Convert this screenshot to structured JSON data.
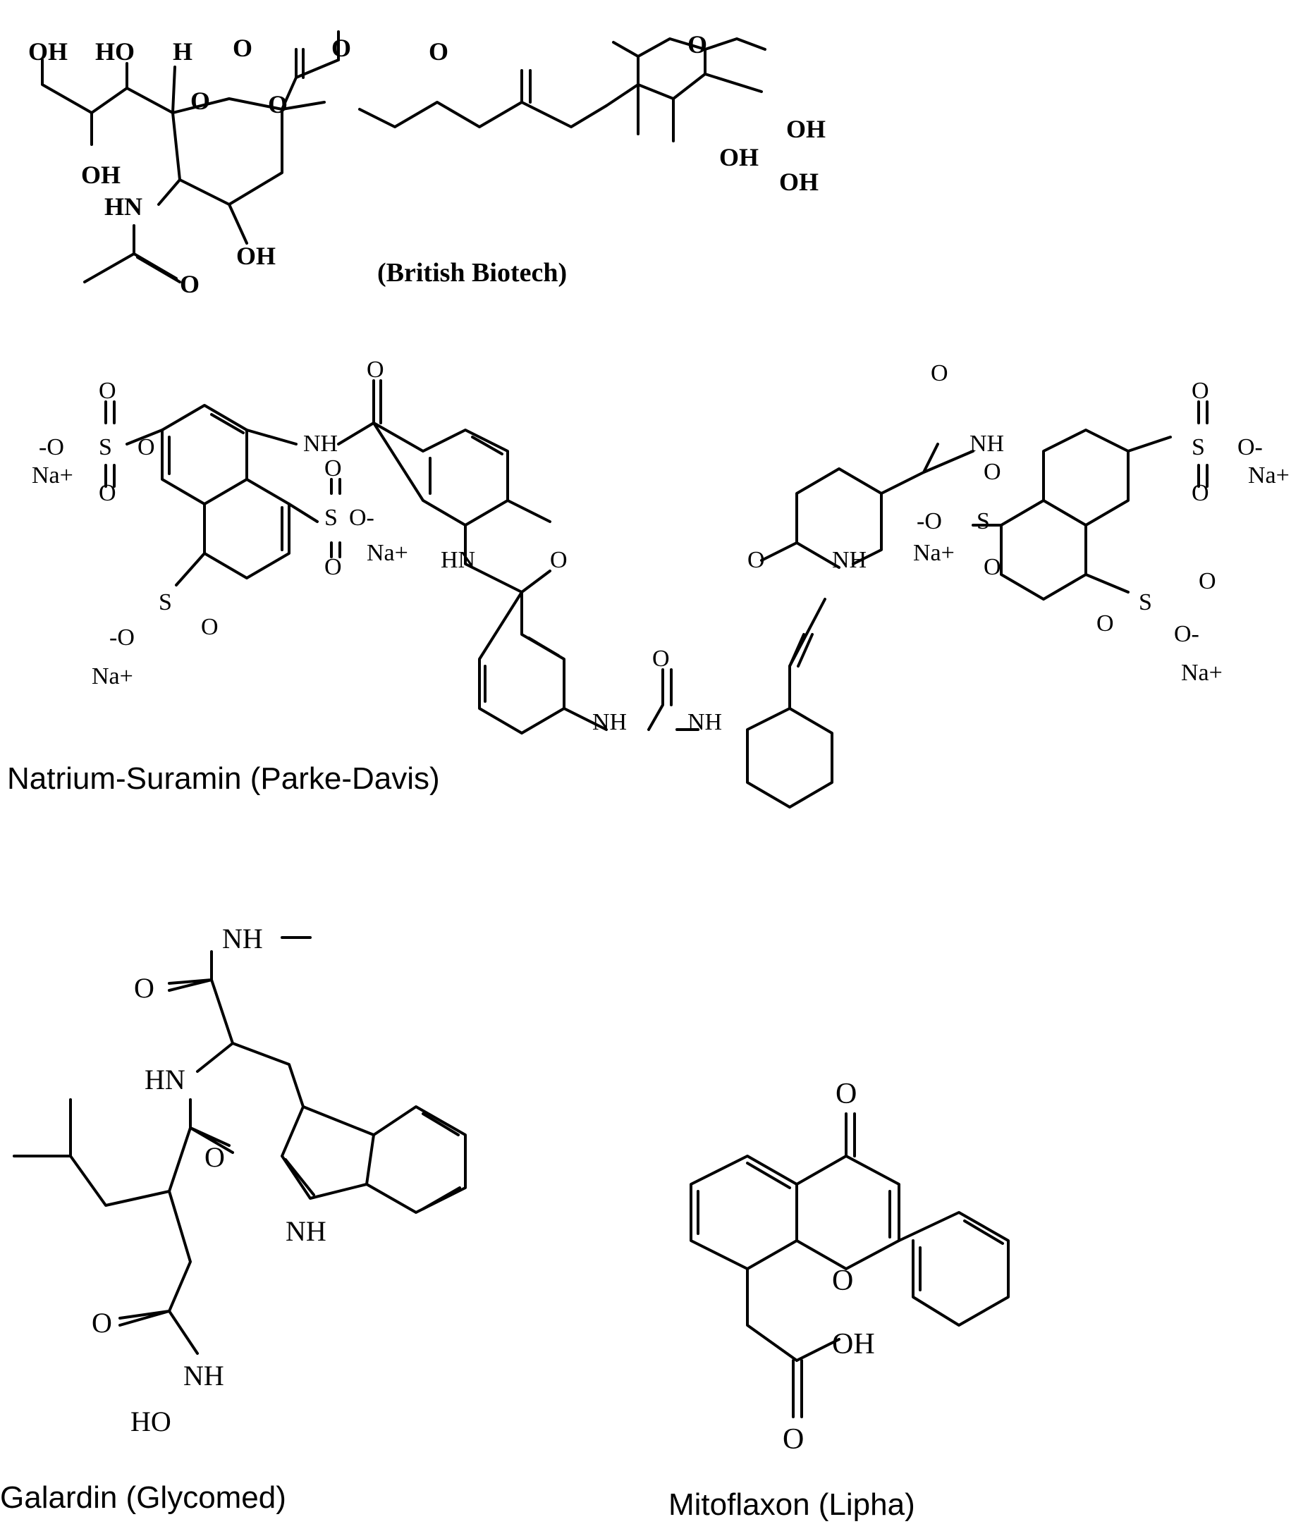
{
  "molecules": [
    {
      "id": "british-biotech",
      "caption": "(British Biotech)",
      "labels": [
        "OH",
        "HO",
        "H",
        "O",
        "O",
        "O",
        "O",
        "O",
        "O",
        "OH",
        "OH",
        "OH",
        "OH",
        "OH",
        "HN",
        "OH",
        "O"
      ]
    },
    {
      "id": "suramin",
      "caption": "Natrium-Suramin (Parke-Davis)",
      "labels": [
        "O",
        "O",
        "O",
        "-O",
        "S",
        "Na+",
        "NH",
        "O",
        "O",
        "S",
        "O-",
        "Na+",
        "O",
        "S",
        "O",
        "-O",
        "Na+",
        "HN",
        "O",
        "O",
        "NH",
        "NH",
        "NH",
        "O",
        "NH",
        "O",
        "O",
        "S",
        "O-",
        "Na+",
        "O",
        "-O",
        "S",
        "Na+",
        "O",
        "O",
        "S",
        "O",
        "O-",
        "Na+",
        "O"
      ]
    },
    {
      "id": "galardin",
      "caption": "Galardin (Glycomed)",
      "labels": [
        "NH",
        "O",
        "HN",
        "O",
        "NH",
        "O",
        "NH",
        "HO"
      ]
    },
    {
      "id": "mitoflaxon",
      "caption": "Mitoflaxon (Lipha)",
      "labels": [
        "O",
        "O",
        "OH",
        "O"
      ]
    }
  ]
}
